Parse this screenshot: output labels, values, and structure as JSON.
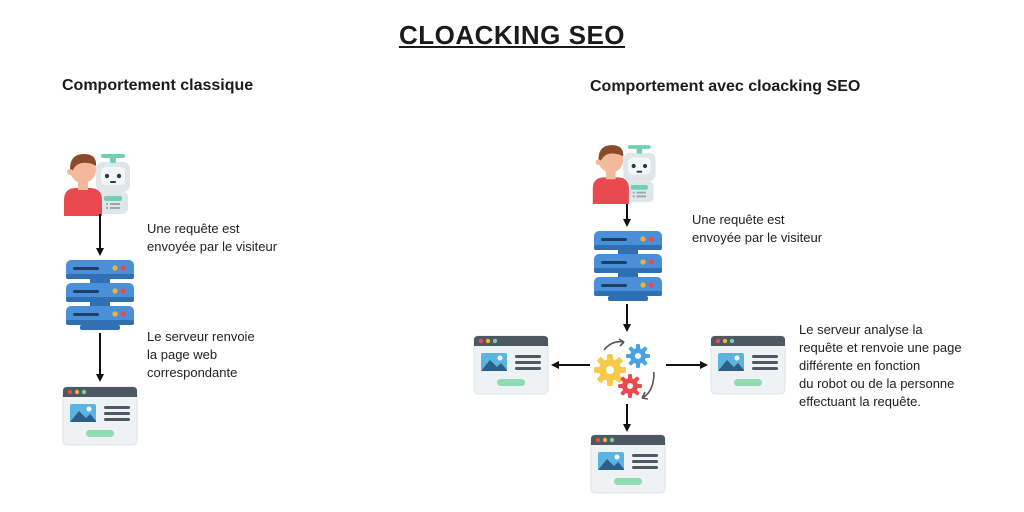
{
  "title": "CLOACKING SEO",
  "left": {
    "heading": "Comportement classique",
    "step1": [
      "Une requête est",
      "envoyée par le visiteur"
    ],
    "step2": [
      "Le serveur renvoie",
      "la page web",
      "correspondante"
    ]
  },
  "right": {
    "heading": "Comportement avec cloacking SEO",
    "step1": [
      "Une requête est",
      "envoyée par le visiteur"
    ],
    "step2": [
      "Le serveur analyse la",
      "requête et renvoie une page",
      "différente en fonction",
      "du robot ou de la personne",
      "effectuant la requête."
    ]
  },
  "colors": {
    "person_shirt": "#e84a4f",
    "skin": "#f4b89a",
    "hair": "#8a4b2a",
    "robot": "#dfe6ea",
    "robot_accent": "#6fd1b0",
    "server": "#4a90d9",
    "server_dark": "#2f6fb3",
    "browser_bar": "#4d5863",
    "browser_body": "#eef2f4",
    "image_blue": "#59b5e0",
    "button_green": "#8fdcb3",
    "gear_yellow": "#f7c948",
    "gear_blue": "#4aa3df",
    "gear_red": "#e84a4f"
  }
}
